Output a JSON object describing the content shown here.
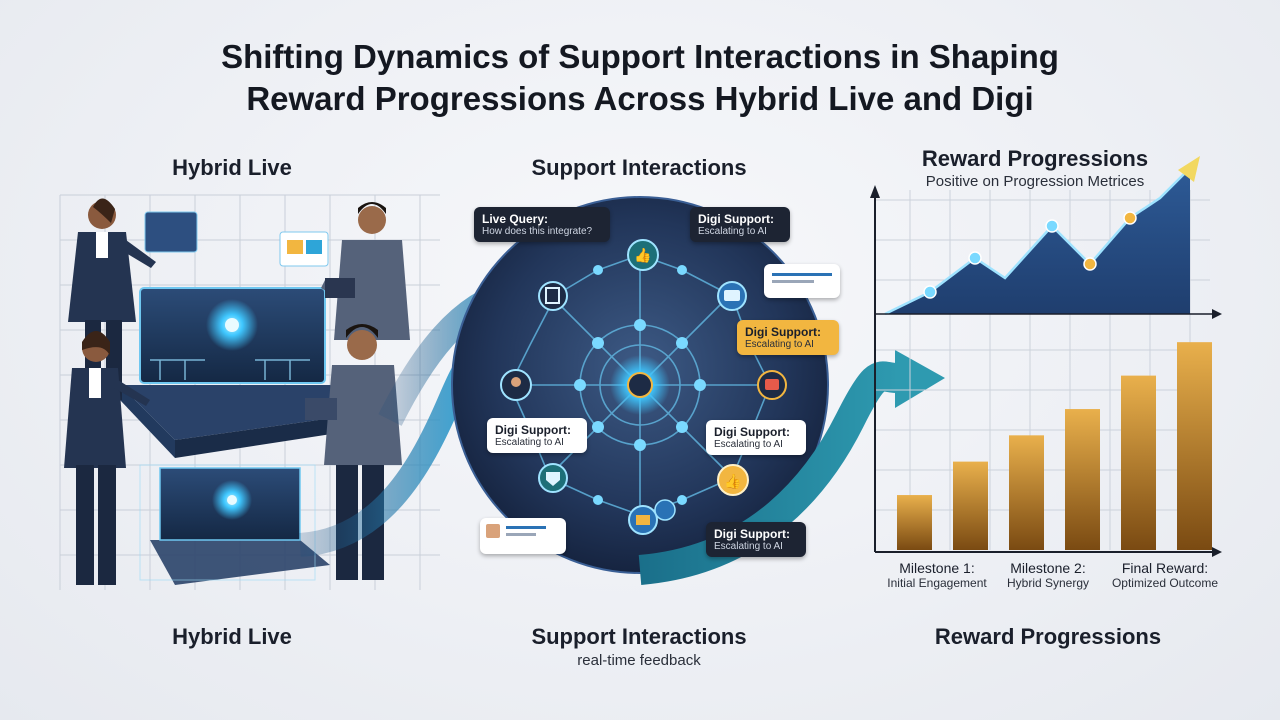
{
  "title": {
    "line1": "Shifting Dynamics of Support Interactions in Shaping",
    "line2": "Reward Progressions Across Hybrid Live and Digi"
  },
  "left": {
    "top_label": "Hybrid Live",
    "bottom_label": "Hybrid Live"
  },
  "center": {
    "top_label": "Support Interactions",
    "bottom_label": "Support Interactions",
    "bottom_sub": "real-time feedback",
    "bubbles": [
      {
        "title": "Live Query:",
        "text": "How does this integrate?"
      },
      {
        "title": "Digi Support:",
        "text": "Escalating to AI"
      },
      {
        "title": "Digi Support:",
        "text": "Escalating to AI"
      },
      {
        "title": "Digi Support:",
        "text": "Escalating to AI"
      },
      {
        "title": "Digi Support:",
        "text": "Escalating to AI"
      },
      {
        "title": "Digi Support:",
        "text": "Escalating to AI"
      }
    ]
  },
  "right": {
    "top_label": "Reward Progressions",
    "top_sub": "Positive on Progression Metrices",
    "bottom_label": "Reward Progressions",
    "milestones": [
      {
        "title": "Milestone 1:",
        "text": "Initial Engagement"
      },
      {
        "title": "Milestone 2:",
        "text": "Hybrid Synergy"
      },
      {
        "title": "Final Reward:",
        "text": "Optimized Outcome"
      }
    ]
  },
  "chart_data": {
    "type": "bar",
    "categories": [
      "Milestone 1:",
      "",
      "Milestone 2:",
      "",
      "Final Reward:",
      ""
    ],
    "values": [
      23,
      37,
      48,
      59,
      73,
      87
    ],
    "colors": {
      "bar_top": "#e9b04c",
      "bar_bottom": "#7a4a12",
      "line": "#9fe3ff",
      "area": "#1f3e6e"
    }
  },
  "colors": {
    "accent": "#2ea5d8",
    "navy": "#1d2b45",
    "gold": "#f2b640"
  }
}
